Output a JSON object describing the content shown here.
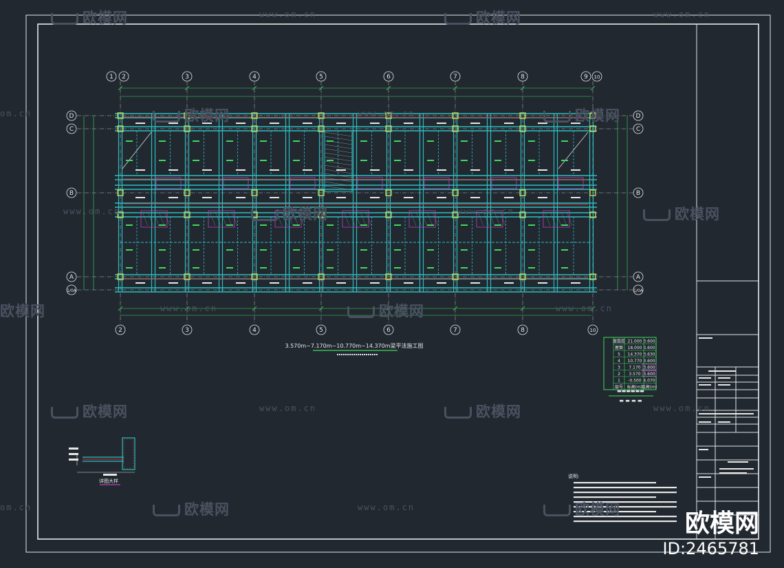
{
  "drawing": {
    "axes_top": [
      "1",
      "2",
      "3",
      "4",
      "5",
      "6",
      "7",
      "8",
      "9",
      "10"
    ],
    "axes_bottom": [
      "2",
      "3",
      "4",
      "5",
      "6",
      "7",
      "8",
      "10"
    ],
    "axes_left": [
      "D",
      "C",
      "B",
      "A",
      "1/0A"
    ],
    "axes_right": [
      "D",
      "C",
      "B",
      "A",
      "1/0A"
    ],
    "plan_title": "3.570m~7.170m~10.770m~14.370m梁平法施工图",
    "detail_title": "详图大样"
  },
  "level_table": {
    "rows": [
      {
        "no": "屋面层",
        "elev": "21.000",
        "height": "3.600"
      },
      {
        "no": "屋面",
        "elev": "18.000",
        "height": "3.600"
      },
      {
        "no": "5",
        "elev": "14.370",
        "height": "3.630"
      },
      {
        "no": "4",
        "elev": "10.770",
        "height": "3.600"
      },
      {
        "no": "3",
        "elev": "7.170",
        "height": "3.600"
      },
      {
        "no": "2",
        "elev": "3.570",
        "height": "3.600"
      },
      {
        "no": "1",
        "elev": "-0.500",
        "height": "4.070"
      },
      {
        "no": "层号",
        "elev": "标高(m)",
        "height": "层高(m)"
      }
    ]
  },
  "notes": {
    "heading": "说明:"
  },
  "watermark": {
    "brand": "欧模网",
    "url": "www.om.cn",
    "id": "ID:2465781"
  },
  "colors": {
    "background": "#212830",
    "frame": "#e8e8e8",
    "beam": "#2bbfc0",
    "column": "#d8d84a",
    "label": "#3ddc5a",
    "red_line": "#d04040",
    "magenta": "#c040c0"
  }
}
